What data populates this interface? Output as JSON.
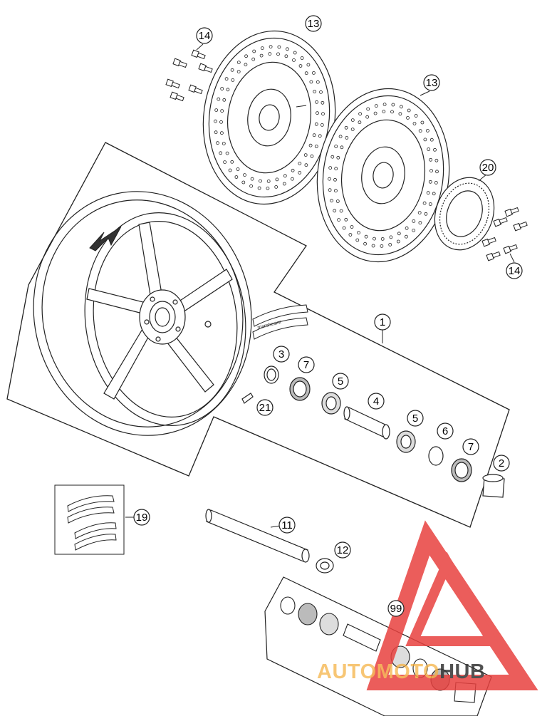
{
  "diagram": {
    "callouts": {
      "c1": "1",
      "c2": "2",
      "c3": "3",
      "c4": "4",
      "c5a": "5",
      "c5b": "5",
      "c6": "6",
      "c7a": "7",
      "c7b": "7",
      "c11": "11",
      "c12": "12",
      "c13a": "13",
      "c13b": "13",
      "c14a": "14",
      "c14b": "14",
      "c19": "19",
      "c20": "20",
      "c21": "21",
      "c99": "99"
    },
    "decals": {
      "label": "marchesini"
    },
    "colors": {
      "line": "#222222",
      "watermark": "#e8413f",
      "logo_accent": "#f5b041",
      "logo_dark": "#333333"
    }
  },
  "watermark": {
    "part_auto": "AUTO",
    "part_moto": "MOTO",
    "part_hub": "HUB"
  }
}
